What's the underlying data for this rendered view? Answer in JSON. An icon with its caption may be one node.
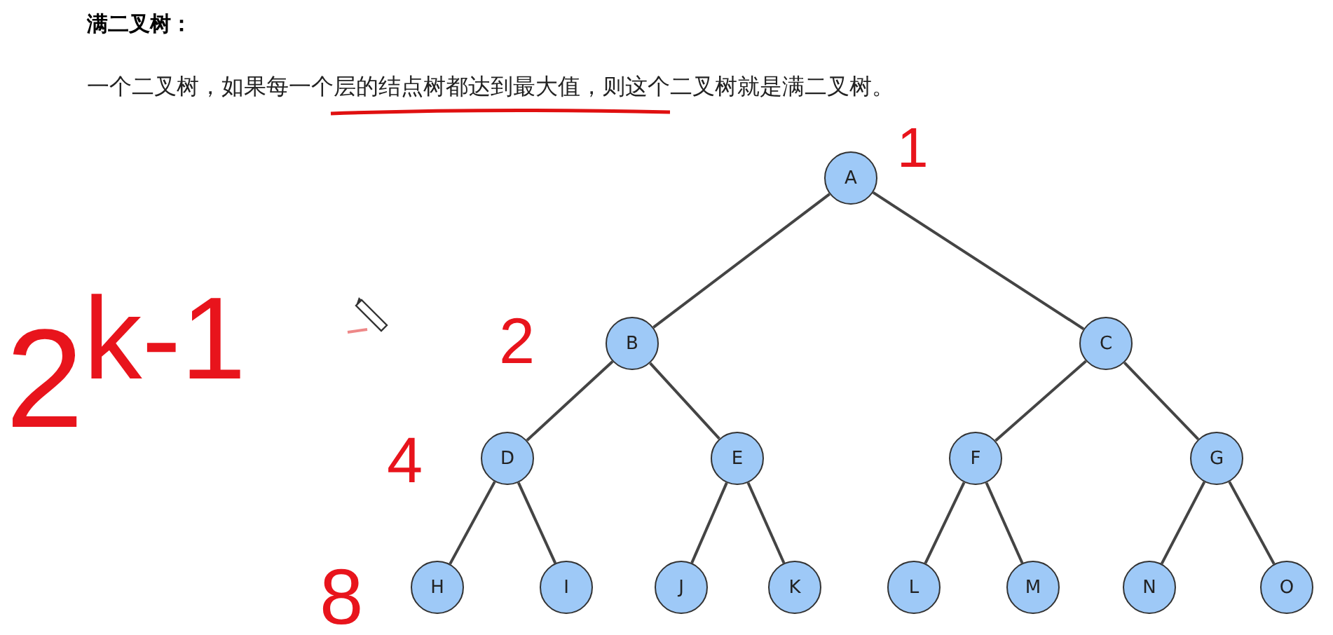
{
  "diagram": {
    "title": "满二叉树：",
    "nodes": [
      {
        "text": [
          "A"
        ]
      },
      {
        "text": [
          "B"
        ]
      },
      {
        "text": [
          "C"
        ]
      },
      {
        "text": [
          "D"
        ]
      },
      {
        "text": [
          "E"
        ]
      },
      {
        "text": [
          "F"
        ]
      },
      {
        "text": [
          "G"
        ]
      },
      {
        "text": [
          "H"
        ]
      },
      {
        "text": [
          "I"
        ]
      },
      {
        "text": [
          "J"
        ]
      },
      {
        "text": [
          "K"
        ]
      },
      {
        "text": [
          "L"
        ]
      },
      {
        "text": [
          "M"
        ]
      },
      {
        "text": [
          "N"
        ]
      },
      {
        "text": [
          "O"
        ]
      }
    ],
    "edges": [
      {
        "from": 0,
        "to": 1,
        "arrow": "none"
      },
      {
        "from": 0,
        "to": 2,
        "arrow": "none"
      },
      {
        "from": 1,
        "to": 3,
        "arrow": "none"
      },
      {
        "from": 1,
        "to": 4,
        "arrow": "none"
      },
      {
        "from": 2,
        "to": 5,
        "arrow": "none"
      },
      {
        "from": 2,
        "to": 6,
        "arrow": "none"
      },
      {
        "from": 3,
        "to": 7,
        "arrow": "none"
      },
      {
        "from": 3,
        "to": 8,
        "arrow": "none"
      },
      {
        "from": 4,
        "to": 9,
        "arrow": "none"
      },
      {
        "from": 4,
        "to": 10,
        "arrow": "none"
      },
      {
        "from": 5,
        "to": 11,
        "arrow": "none"
      },
      {
        "from": 5,
        "to": 12,
        "arrow": "none"
      },
      {
        "from": 6,
        "to": 13,
        "arrow": "none"
      },
      {
        "from": 6,
        "to": 14,
        "arrow": "none"
      }
    ],
    "labels": [
      "一个二叉树，如果每一个层的结点树都达到最大值，则这个二叉树就是满二叉树。",
      "1",
      "2$^{k-1}$",
      "2",
      "4",
      "8"
    ]
  }
}
